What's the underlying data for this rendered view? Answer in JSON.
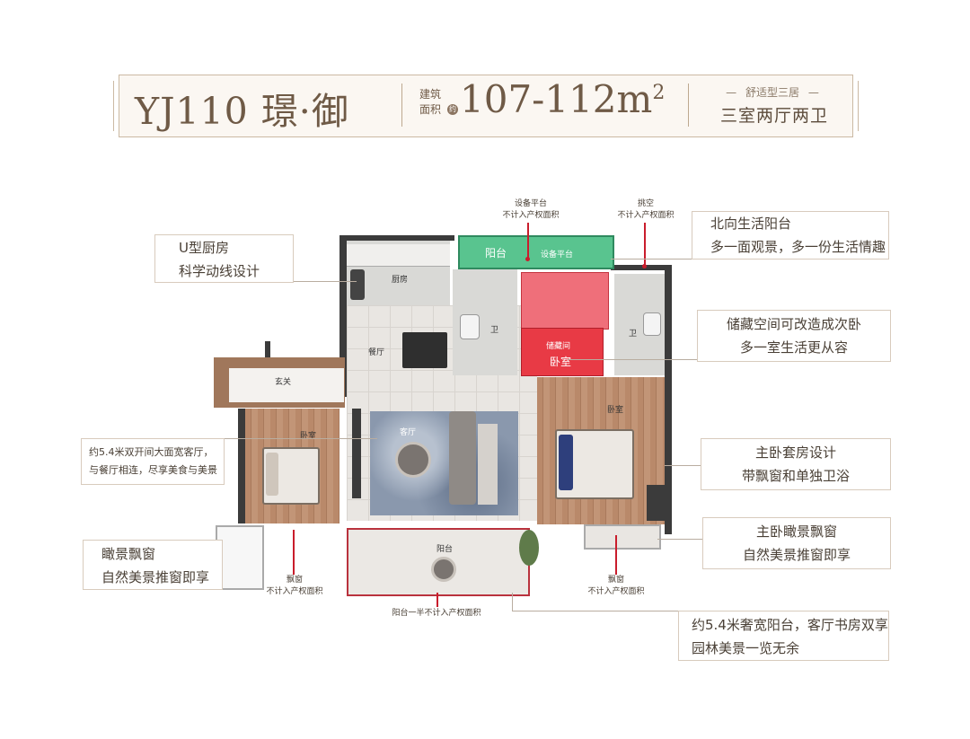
{
  "header": {
    "model": "YJ110 璟·御",
    "area_label_line1": "建筑",
    "area_label_line2": "面积",
    "area_badge": "约",
    "area_value": "107-112m",
    "area_sup": "2",
    "type_tag": "舒适型三居",
    "rooms": "三室两厅两卫"
  },
  "callouts": {
    "kitchen": [
      "U型厨房",
      "科学动线设计"
    ],
    "north_balcony": [
      "北向生活阳台",
      "多一面观景，多一份生活情趣"
    ],
    "storage": [
      "储藏空间可改造成次卧",
      "多一室生活更从容"
    ],
    "living": [
      "约5.4米双开间大面宽客厅，",
      "与餐厅相连，尽享美食与美景"
    ],
    "master_suite": [
      "主卧套房设计",
      "带飘窗和单独卫浴"
    ],
    "view_window": [
      "瞰景飘窗",
      "自然美景推窗即享"
    ],
    "master_window": [
      "主卧瞰景飘窗",
      "自然美景推窗即享"
    ],
    "south_balcony": [
      "约5.4米奢宽阳台，客厅书房双享",
      "园林美景一览无余"
    ]
  },
  "notes": {
    "equipment_platform": [
      "设备平台",
      "不计入产权面积"
    ],
    "void": [
      "挑空",
      "不计入产权面积"
    ],
    "bay_window_left": [
      "飘窗",
      "不计入产权面积"
    ],
    "bay_window_right": [
      "飘窗",
      "不计入产权面积"
    ],
    "balcony_half": "阳台一半不计入产权面积"
  },
  "rooms": {
    "kitchen": "厨房",
    "dining": "餐厅",
    "foyer": "玄关",
    "living": "客厅",
    "bedroom_left": "卧室",
    "bedroom_master": "卧室",
    "bath_left": "卫",
    "bath_right": "卫",
    "balcony_north": "阳台",
    "equip_platform": "设备平台",
    "storage_small": "储藏间",
    "storage_bedroom": "卧室",
    "balcony_south": "阳台"
  },
  "colors": {
    "brand_text": "#6f5a46",
    "balcony_highlight": "#59c48f",
    "storage_highlight": "#e83a45",
    "pin": "#c91d2c"
  }
}
